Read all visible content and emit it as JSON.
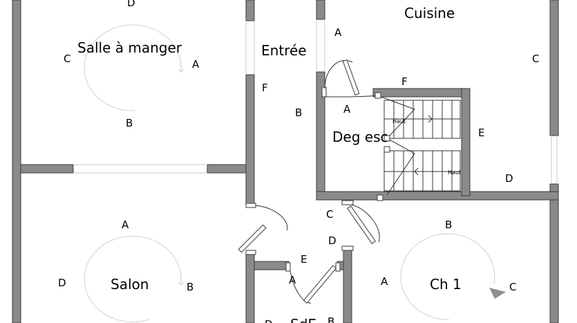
{
  "rooms": {
    "salle": {
      "name": "Salle à manger",
      "a": "A",
      "b": "B",
      "c": "C",
      "d": "D"
    },
    "salon": {
      "name": "Salon",
      "a": "A",
      "b": "B",
      "d": "D"
    },
    "entree": {
      "name": "Entrée",
      "b": "B",
      "f": "F"
    },
    "cuisine": {
      "name": "Cuisine",
      "a": "A",
      "c": "C"
    },
    "deg": {
      "name": "Deg esc",
      "a": "A",
      "d": "D",
      "e": "E",
      "f": "F"
    },
    "ch1": {
      "name": "Ch 1",
      "a": "A",
      "b": "B",
      "c": "C",
      "d": "D"
    },
    "sdb": {
      "name": "SdE",
      "a": "A",
      "b": "B",
      "d": "D",
      "e": "E"
    }
  },
  "stairs": {
    "up_top": "Haut",
    "up_bottom": "Haut"
  },
  "colors": {
    "wall": "#8a8a8a",
    "wall_stroke": "#3a3a3a",
    "circle": "#d6d6d6"
  }
}
